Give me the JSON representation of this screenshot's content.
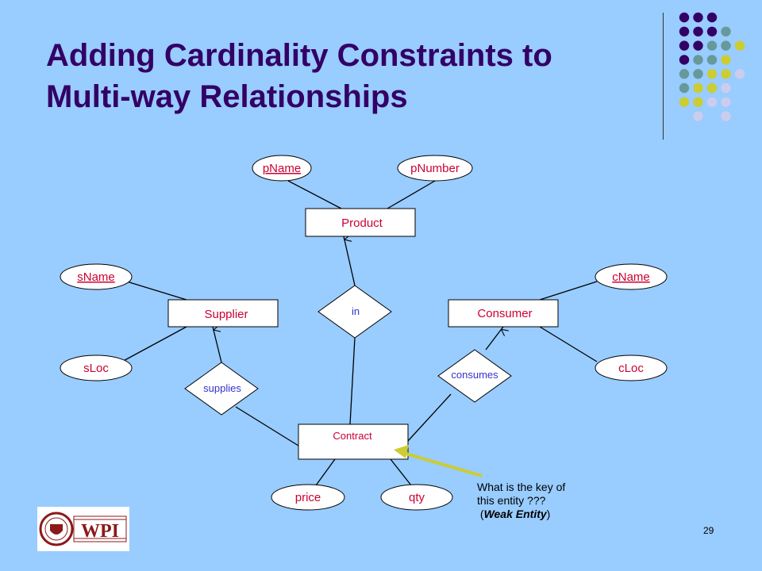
{
  "slide": {
    "title_line1": "Adding Cardinality Constraints to",
    "title_line2": "Multi-way Relationships",
    "page_number": "29"
  },
  "diagram": {
    "entities": {
      "product": "Product",
      "supplier": "Supplier",
      "consumer": "Consumer",
      "contract": "Contract"
    },
    "attributes": {
      "pname": "pName",
      "pnumber": "pNumber",
      "sname": "sName",
      "sloc": "sLoc",
      "cname": "cName",
      "cloc": "cLoc",
      "price": "price",
      "qty": "qty"
    },
    "relationships": {
      "in": "in",
      "supplies": "supplies",
      "consumes": "consumes"
    }
  },
  "note": {
    "line1": "What is the key of",
    "line2": "this entity ???",
    "line3_open": "(",
    "line3_em": "Weak Entity",
    "line3_close": ")"
  },
  "logo": {
    "text": "WPI"
  },
  "colors": {
    "background": "#99ccff",
    "title": "#330066",
    "entity_text": "#cc0033",
    "relationship_text": "#3333cc",
    "arrow": "#cccc33"
  }
}
